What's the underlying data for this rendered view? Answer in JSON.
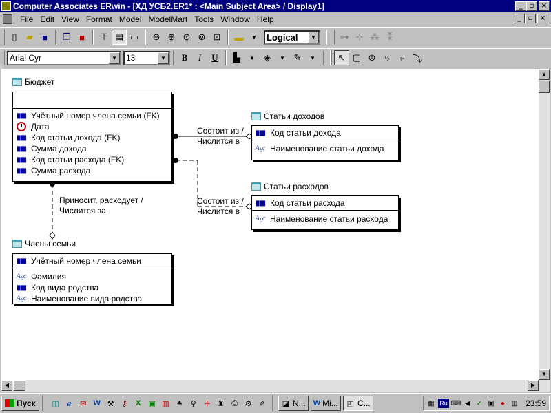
{
  "window": {
    "title": "Computer Associates ERwin - [ХД УСБ2.ER1* : <Main Subject Area> / Display1]",
    "min": "_",
    "restore": "▫",
    "close": "×"
  },
  "menu": [
    "File",
    "Edit",
    "View",
    "Format",
    "Model",
    "ModelMart",
    "Tools",
    "Window",
    "Help"
  ],
  "toolbar": {
    "view_mode": "Logical"
  },
  "format_bar": {
    "font": "Arial Cyr",
    "size": "13",
    "bold": "B",
    "italic": "I",
    "underline": "U"
  },
  "entities": {
    "budget": {
      "name": "Бюджет",
      "attrs": [
        "Учётный номер члена семьи (FK)",
        "Дата",
        "Код статьи дохода (FK)",
        "Сумма дохода",
        "Код статьи расхода (FK)",
        "Сумма расхода"
      ]
    },
    "income": {
      "name": "Статьи доходов",
      "key": "Код статьи дохода",
      "attr": "Наименование статьи дохода"
    },
    "expense": {
      "name": "Статьи расходов",
      "key": "Код статьи расхода",
      "attr": "Наименование статьи расхода"
    },
    "family": {
      "name": "Члены семьи",
      "key": "Учётный номер члена семьи",
      "attrs": [
        "Фамилия",
        "Код вида родства",
        "Наименование вида родства"
      ]
    }
  },
  "relationships": {
    "income_l1": "Состоит из /",
    "income_l2": "Числится в",
    "expense_l1": "Состоит из /",
    "expense_l2": "Числится в",
    "family_l1": "Приносит, расходует /",
    "family_l2": "Числится за"
  },
  "taskbar": {
    "start": "Пуск",
    "tasks": [
      "N...",
      "Mi...",
      "C..."
    ],
    "clock": "23:59",
    "lang": "Ru"
  }
}
